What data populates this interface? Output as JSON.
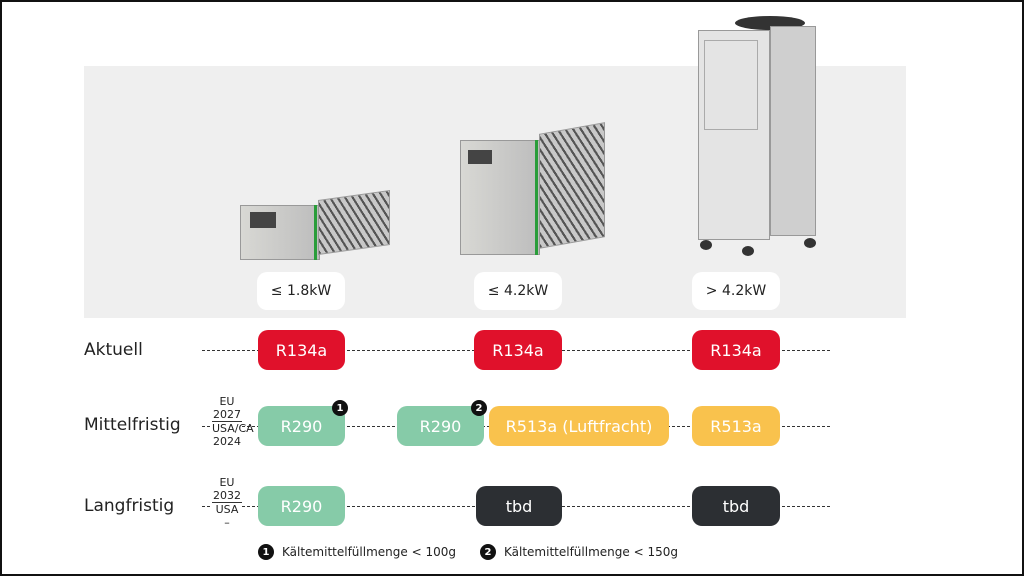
{
  "columns": [
    {
      "power": "≤ 1.8kW"
    },
    {
      "power": "≤ 4.2kW"
    },
    {
      "power": "> 4.2kW"
    }
  ],
  "rows": {
    "aktuell": {
      "label": "Aktuell",
      "pills": [
        "R134a",
        "R134a",
        "R134a"
      ]
    },
    "mittelfristig": {
      "label": "Mittelfristig",
      "years": [
        "EU",
        "2027",
        "USA/CA",
        "2024"
      ],
      "pills": [
        "R290",
        "R290",
        "R513a (Luftfracht)",
        "R513a"
      ]
    },
    "langfristig": {
      "label": "Langfristig",
      "years": [
        "EU",
        "2032",
        "USA",
        "–"
      ],
      "pills": [
        "R290",
        "tbd",
        "tbd"
      ]
    }
  },
  "footnotes": [
    {
      "num": "1",
      "text": "Kältemittelfüllmenge < 100g"
    },
    {
      "num": "2",
      "text": "Kältemittelfüllmenge < 150g"
    }
  ],
  "colors": {
    "red": "#e0112b",
    "green": "#86cba8",
    "yellow": "#f9c24d",
    "dark": "#2c2f33"
  }
}
